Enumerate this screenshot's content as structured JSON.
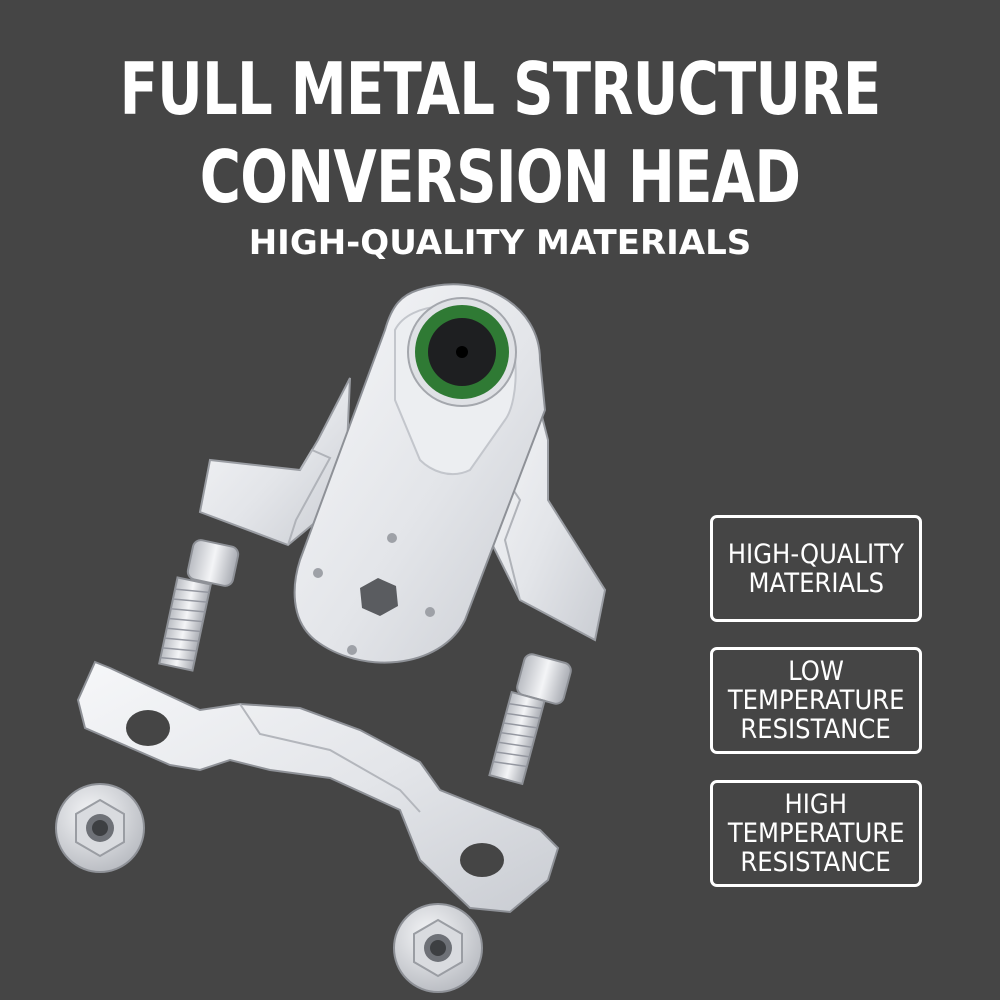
{
  "headline": {
    "line1": "FULL METAL STRUCTURE",
    "line2": "CONVERSION HEAD"
  },
  "subtitle": "HIGH-QUALITY MATERIALS",
  "features": [
    {
      "line1": "HIGH-QUALITY",
      "line2": "MATERIALS",
      "line3": ""
    },
    {
      "line1": "LOW",
      "line2": "TEMPERATURE",
      "line3": "RESISTANCE"
    },
    {
      "line1": "HIGH",
      "line2": "TEMPERATURE",
      "line3": "RESISTANCE"
    }
  ],
  "colors": {
    "background": "#454545",
    "text": "#ffffff",
    "metal": "#e8e9ec",
    "bearing_seal": "#2f7a34"
  }
}
